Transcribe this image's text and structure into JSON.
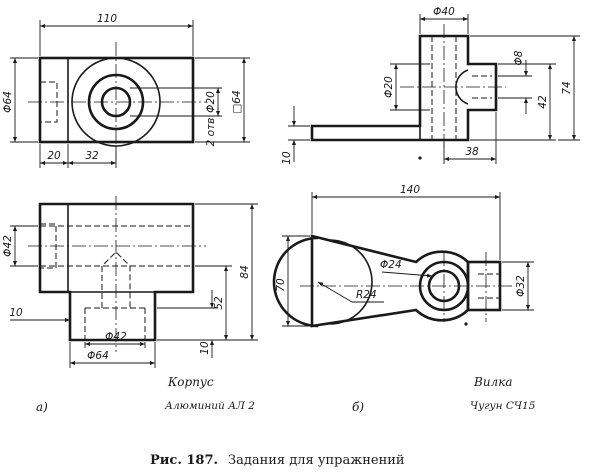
{
  "figure": {
    "number": "Рис. 187.",
    "title": "Задания для упражнений"
  },
  "part_a": {
    "letter": "а)",
    "name": "Корпус",
    "material": "Алюминий АЛ 2",
    "dims": {
      "width": "110",
      "height_dia": "Φ64",
      "hole_dia": "Φ20",
      "square": "□64",
      "holes": "2 отв",
      "left": "20",
      "center": "32",
      "bore": "Φ42",
      "total_height": "84",
      "upper_height": "52",
      "base_height": "10",
      "base_offset": "10",
      "boss_dia": "Φ42",
      "flange_dia": "Φ64"
    }
  },
  "part_b": {
    "letter": "б)",
    "name": "Вилка",
    "material": "Чугун СЧ15",
    "dims": {
      "top_dia": "Φ40",
      "small_hole": "Φ8",
      "inner_dia": "Φ20",
      "overall_height": "74",
      "mid_height": "42",
      "base_thickness": "10",
      "base_length": "38",
      "length": "140",
      "arm_height": "70",
      "ring_dia": "Φ24",
      "radius": "R24",
      "shaft_dia": "Φ32"
    }
  }
}
